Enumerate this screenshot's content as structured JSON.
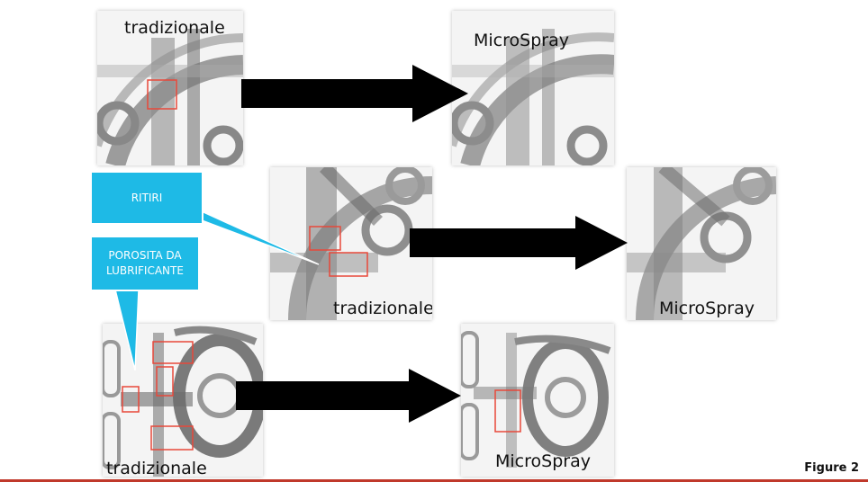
{
  "panels": {
    "top_left": {
      "caption": "tradizionale"
    },
    "top_right": {
      "caption": "MicroSpray"
    },
    "mid_left": {
      "caption": "tradizionale"
    },
    "mid_right": {
      "caption": "MicroSpray"
    },
    "bot_left": {
      "caption": "tradizionale"
    },
    "bot_right": {
      "caption": "MicroSpray"
    }
  },
  "callouts": {
    "ritiri": "RITIRI",
    "porosita_line1": "POROSITA DA",
    "porosita_line2": "LUBRIFICANTE"
  },
  "figure_label": "Figure 2",
  "colors": {
    "callout": "#1ebae6",
    "highlight_box": "#e8483a",
    "arrow": "#000000",
    "accent_rule": "#c0392b"
  }
}
